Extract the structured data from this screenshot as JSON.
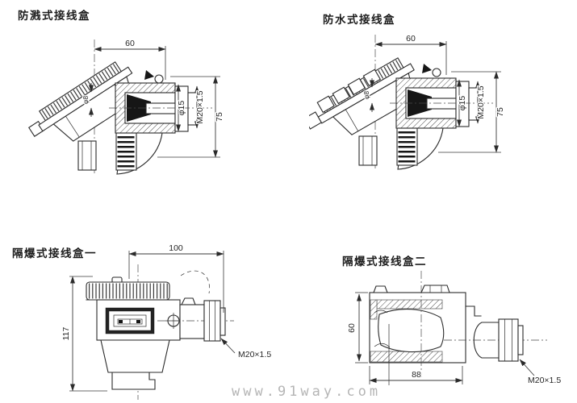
{
  "watermark": "www.91way.com",
  "panels": {
    "splash": {
      "title": "防溅式接线盒",
      "dims": {
        "top_width": "60",
        "bore": "φ8",
        "neck_dia": "φ15",
        "thread": "M20×1.5",
        "height": "75"
      }
    },
    "water": {
      "title": "防水式接线盒",
      "dims": {
        "top_width": "60",
        "bore": "φ8",
        "neck_dia": "φ15",
        "thread": "M20×1.5",
        "height": "75"
      }
    },
    "flameproof1": {
      "title": "隔爆式接线盒一",
      "dims": {
        "top_width": "100",
        "height": "117",
        "thread": "M20×1.5"
      }
    },
    "flameproof2": {
      "title": "隔爆式接线盒二",
      "dims": {
        "height": "60",
        "bottom_width": "88",
        "thread": "M20×1.5"
      }
    }
  }
}
